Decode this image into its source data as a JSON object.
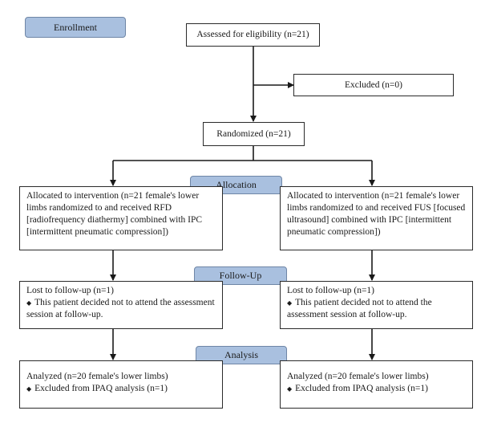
{
  "phases": {
    "enrollment": "Enrollment",
    "allocation": "Allocation",
    "followup": "Follow-Up",
    "analysis": "Analysis"
  },
  "boxes": {
    "assessed": "Assessed for eligibility (n=21)",
    "excluded": "Excluded (n=0)",
    "randomized": "Randomized (n=21)",
    "alloc_left": "Allocated to intervention (n=21 female's lower limbs randomized to and received RFD [radiofrequency diathermy] combined with IPC [intermittent pneumatic compression])",
    "alloc_right": "Allocated to intervention (n=21 female's lower limbs randomized to and received FUS [focused ultrasound] combined with IPC [intermittent pneumatic compression])",
    "follow_left_title": "Lost to follow-up (n=1)",
    "follow_left_bullet": "This patient decided not to attend the assessment session at follow-up.",
    "follow_right_title": "Lost to follow-up (n=1)",
    "follow_right_bullet": "This patient decided not to attend the assessment session at follow-up.",
    "analysis_left_title": "Analyzed (n=20 female's lower limbs)",
    "analysis_left_bullet": "Excluded from IPAQ analysis (n=1)",
    "analysis_right_title": "Analyzed (n=20 female's lower limbs)",
    "analysis_right_bullet": "Excluded from IPAQ analysis (n=1)"
  },
  "bullet_symbol": "◆",
  "colors": {
    "phase_fill": "#a9c0df",
    "line": "#1a1a1a"
  }
}
